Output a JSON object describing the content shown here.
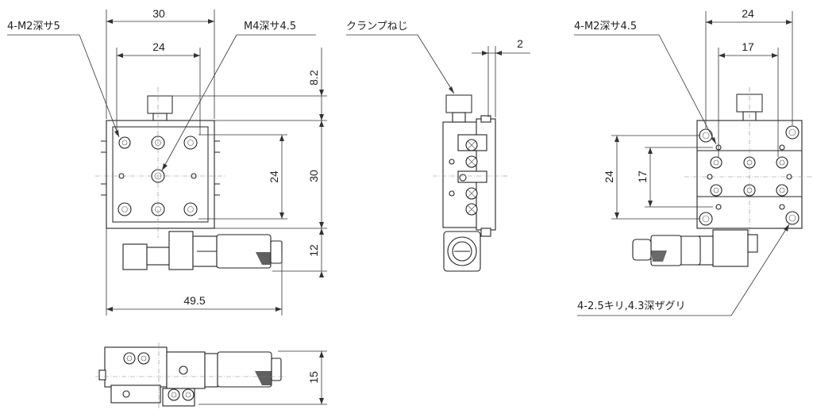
{
  "callouts": {
    "top_left_holes": "4-M2深サ5",
    "top_center_hole": "M4深サ4.5",
    "clamp_screw": "クランプねじ",
    "right_holes": "4-M2深サ4.5",
    "right_counterbore": "4-2.5キリ,4.3深ザグリ"
  },
  "dimensions": {
    "top_width": "30",
    "hole_pitch_x": "24",
    "knob_offset": "8.2",
    "hole_pitch_y": "24",
    "stage_height": "30",
    "micrometer_offset": "12",
    "overall_length": "49.5",
    "side_offset": "2",
    "right_width": "24",
    "right_pitch_x": "17",
    "right_height": "24",
    "right_pitch_y": "17",
    "bottom_height": "15"
  }
}
